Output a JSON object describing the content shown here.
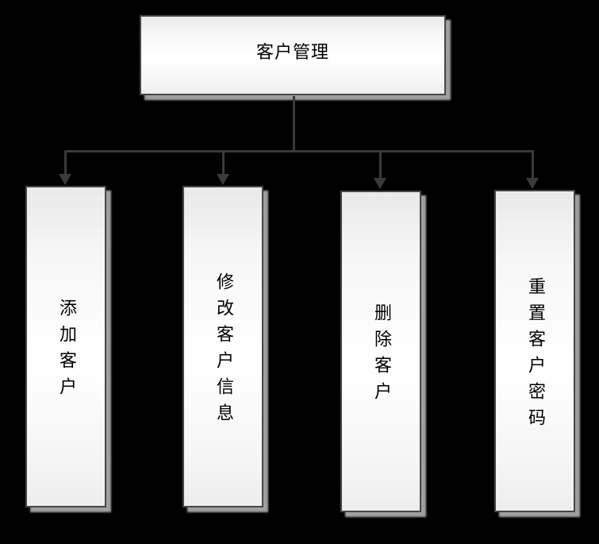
{
  "diagram": {
    "type": "hierarchy-flowchart",
    "root": {
      "label": "客户管理"
    },
    "children": [
      {
        "label": "添加客户"
      },
      {
        "label": "修改客户信息"
      },
      {
        "label": "删除客户"
      },
      {
        "label": "重置客户密码"
      }
    ],
    "colors": {
      "background": "#000000",
      "node_border": "#464646",
      "node_fill_top": "#e9e9e9",
      "node_fill_middle": "#ffffff",
      "node_fill_bottom": "#ededed",
      "node_shadow": "#a8a8a8",
      "connector": "#3a3a3a",
      "text": "#000000"
    }
  }
}
